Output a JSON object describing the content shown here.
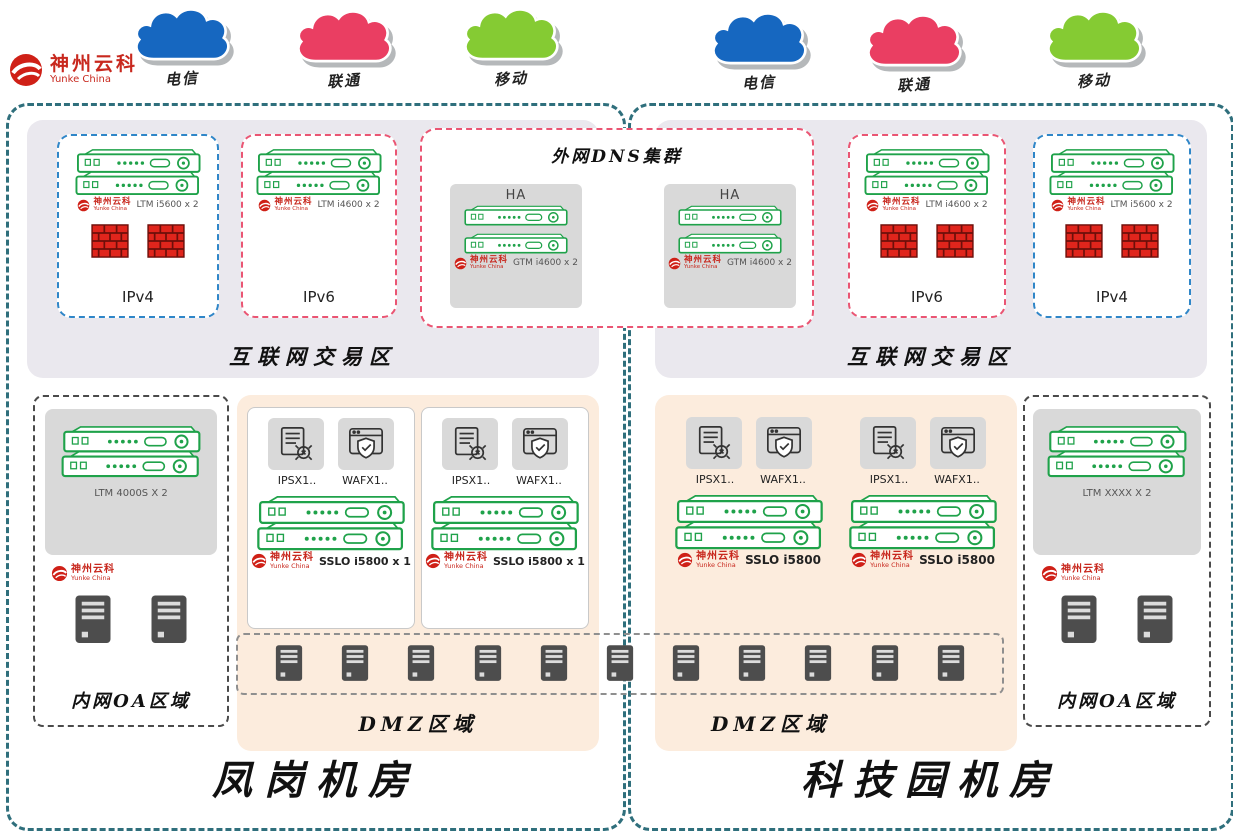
{
  "logo": {
    "cn": "神州云科",
    "en": "Yunke China"
  },
  "header": {
    "clouds_left": [
      "电信",
      "联通",
      "移动"
    ],
    "clouds_right": [
      "电信",
      "联通",
      "移动"
    ]
  },
  "dns": {
    "title": "外网DNS集群",
    "ha_label": "HA",
    "device": "GTM i4600 x 2"
  },
  "left_dc": {
    "name": "凤岗机房",
    "internet_zone_label": "互联网交易区",
    "ipv4": {
      "device": "LTM i5600 x 2",
      "label": "IPv4"
    },
    "ipv6": {
      "device": "LTM i4600 x 2",
      "label": "IPv6"
    },
    "oa": {
      "device": "LTM 4000S X 2",
      "label": "内网OA区域"
    },
    "dmz": {
      "label": "DMZ区域",
      "group1": {
        "ips": "IPSX1..",
        "waf": "WAFX1..",
        "sslo": "SSLO i5800 x 1"
      },
      "group2": {
        "ips": "IPSX1..",
        "waf": "WAFX1..",
        "sslo": "SSLO i5800 x 1"
      }
    }
  },
  "right_dc": {
    "name": "科技园机房",
    "internet_zone_label": "互联网交易区",
    "ipv6": {
      "device": "LTM i4600 x 2",
      "label": "IPv6"
    },
    "ipv4": {
      "device": "LTM i5600 x 2",
      "label": "IPv4"
    },
    "oa": {
      "device": "LTM XXXX X 2",
      "label": "内网OA区域"
    },
    "dmz": {
      "label": "DMZ区域",
      "group1": {
        "ips": "IPSX1..",
        "waf": "WAFX1..",
        "sslo": "SSLO i5800"
      },
      "group2": {
        "ips": "IPSX1..",
        "waf": "WAFX1..",
        "sslo": "SSLO i5800"
      }
    }
  }
}
